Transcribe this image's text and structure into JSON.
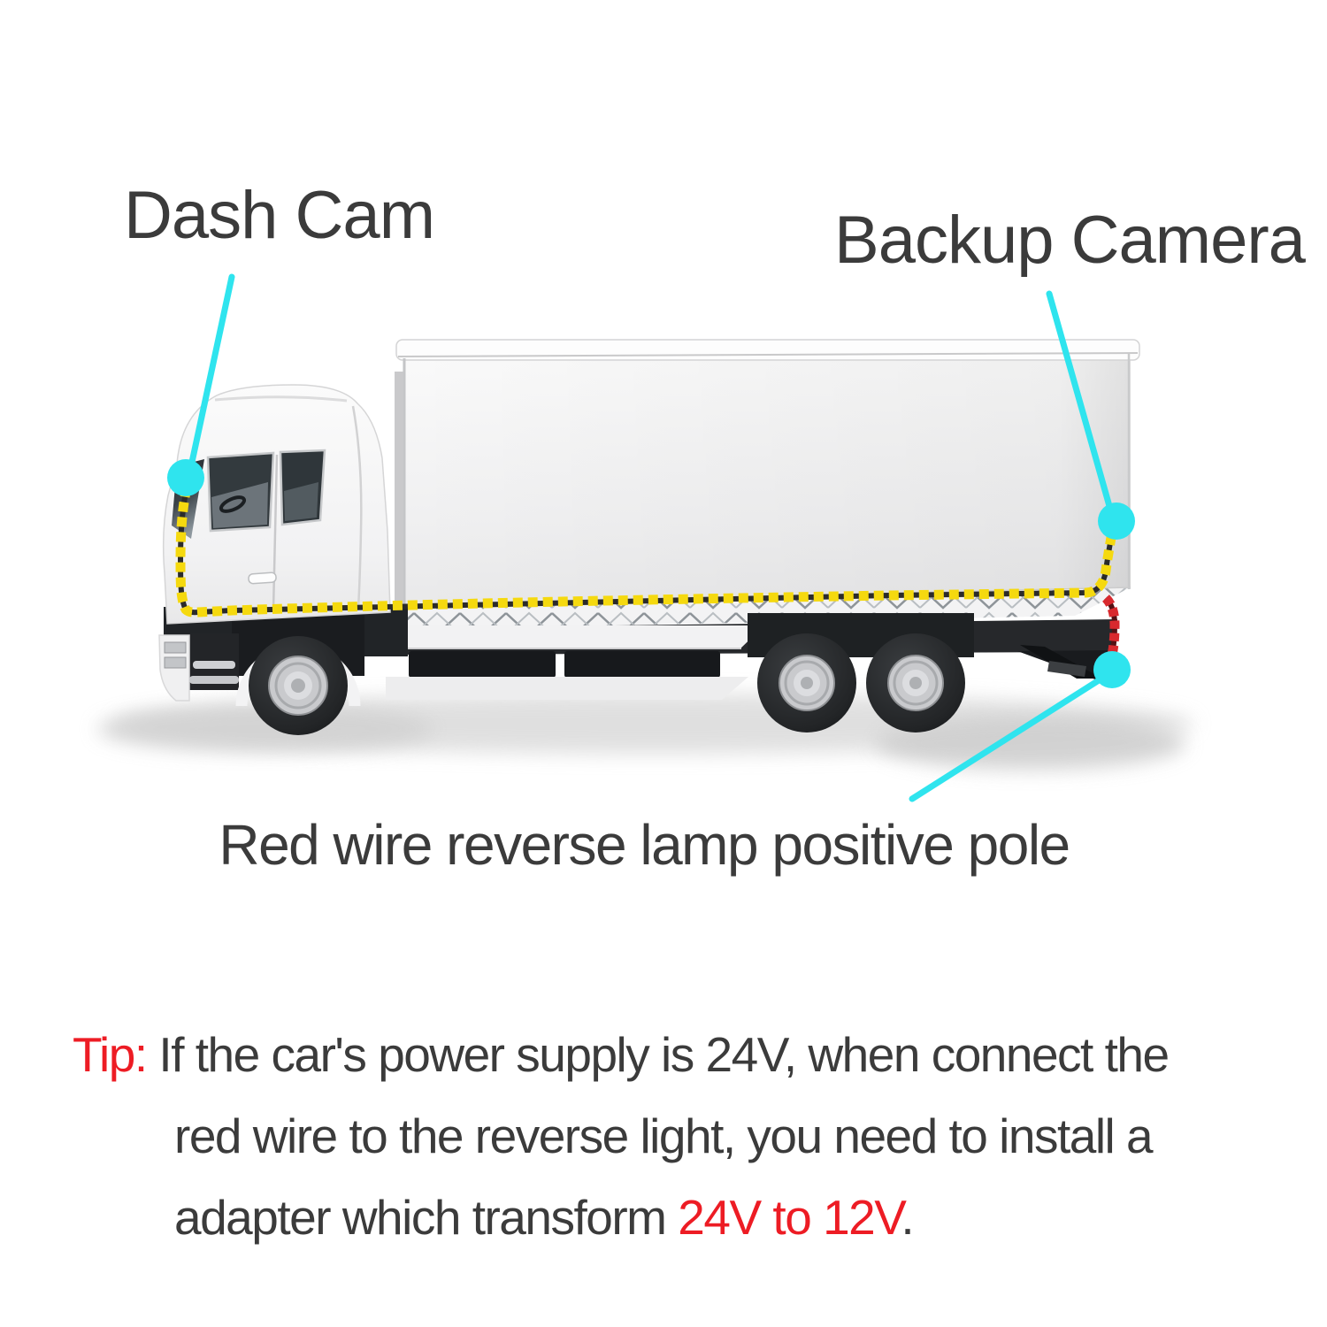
{
  "labels": {
    "dash_cam": "Dash Cam",
    "backup_camera": "Backup Camera",
    "red_wire": "Red wire reverse lamp positive pole"
  },
  "tip": {
    "prefix": "Tip:",
    "line1": " If the car's power supply is 24V, when connect the",
    "line2": "red wire to the reverse light, you need to install a",
    "line3_before": "adapter which transform ",
    "line3_highlight": "24V to 12V",
    "line3_after": "."
  },
  "colors": {
    "accent_cyan": "#2fe4ee",
    "wire_yellow": "#f5d90f",
    "wire_red": "#d8292e",
    "tip_red": "#ed1c24",
    "text_dark": "#3b3b3b"
  },
  "icons": {
    "dash_cam_marker": "cyan-dot-marker",
    "backup_camera_marker": "cyan-dot-marker",
    "reverse_lamp_marker": "cyan-dot-marker",
    "dash_cam_wire": "yellow-dotted-cable",
    "reverse_lamp_wire": "red-dotted-cable"
  }
}
